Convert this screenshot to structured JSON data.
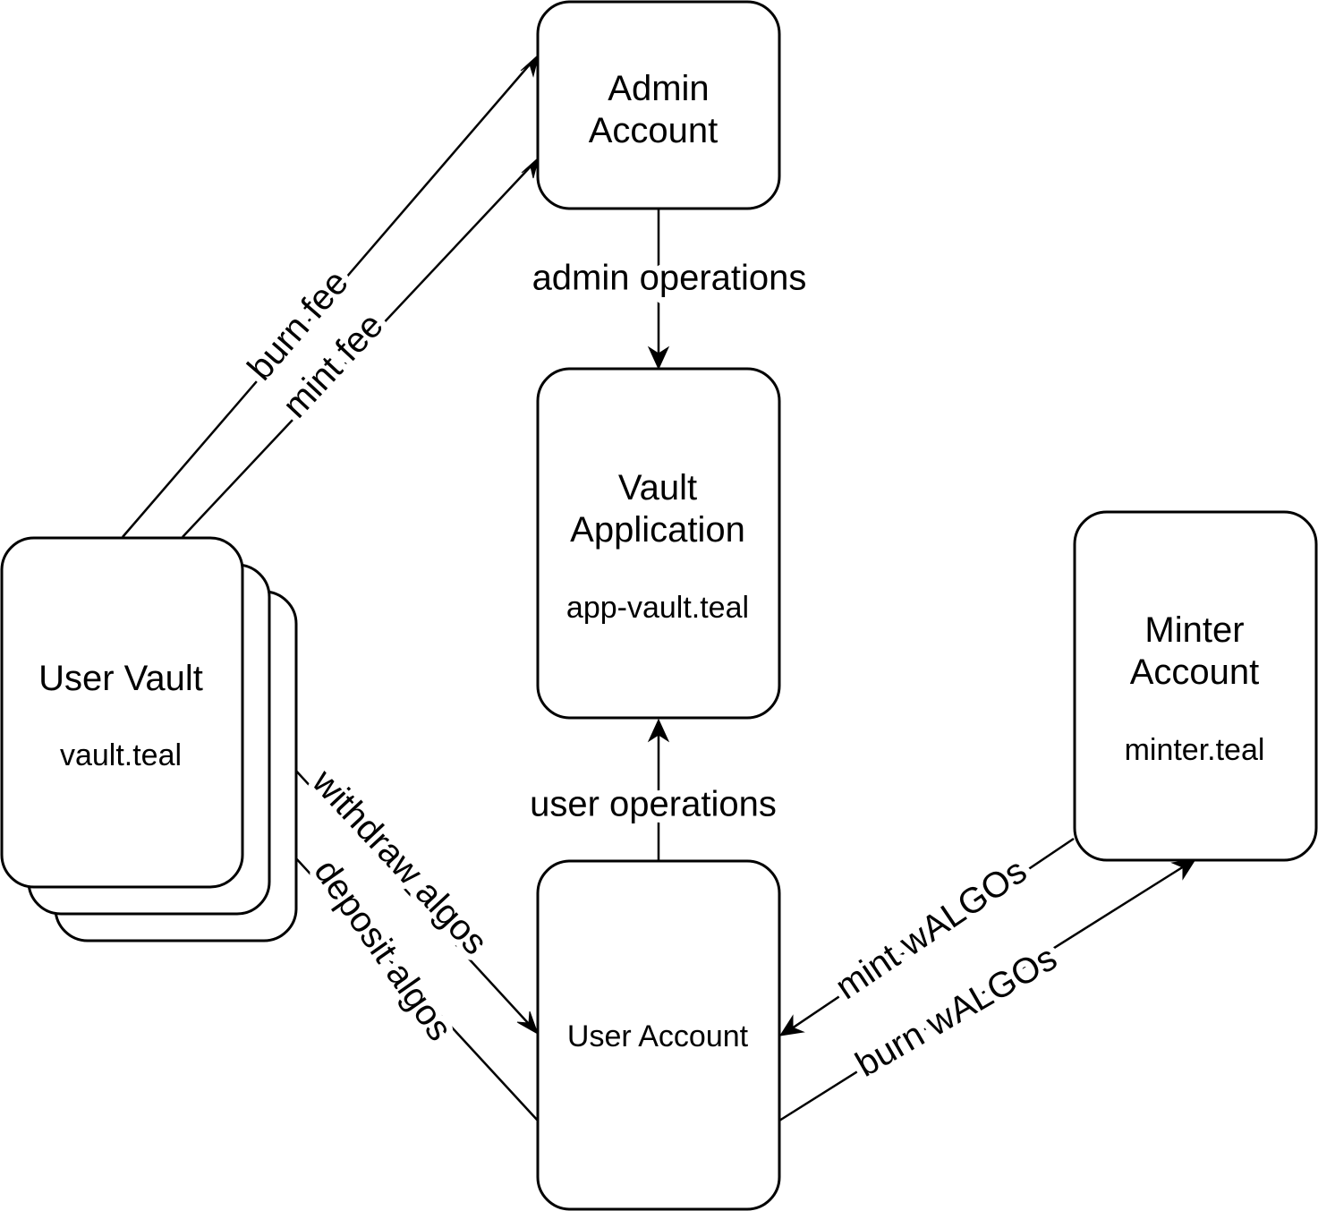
{
  "nodes": {
    "admin_account": {
      "title_line1": "Admin",
      "title_line2": "Account"
    },
    "vault_application": {
      "title_line1": "Vault",
      "title_line2": "Application",
      "file": "app-vault.teal"
    },
    "user_vault": {
      "title": "User Vault",
      "file": "vault.teal"
    },
    "minter_account": {
      "title_line1": "Minter",
      "title_line2": "Account",
      "file": "minter.teal"
    },
    "user_account": {
      "title": "User Account"
    }
  },
  "edges": {
    "burn_fee": "burn fee",
    "mint_fee": "mint fee",
    "admin_operations": "admin operations",
    "user_operations": "user operations",
    "withdraw_algos": "withdraw algos",
    "deposit_algos": "deposit algos",
    "mint_walgos": "mint wALGOs",
    "burn_walgos": "burn wALGOs"
  },
  "colors": {
    "stroke": "#000000",
    "background": "#ffffff"
  }
}
